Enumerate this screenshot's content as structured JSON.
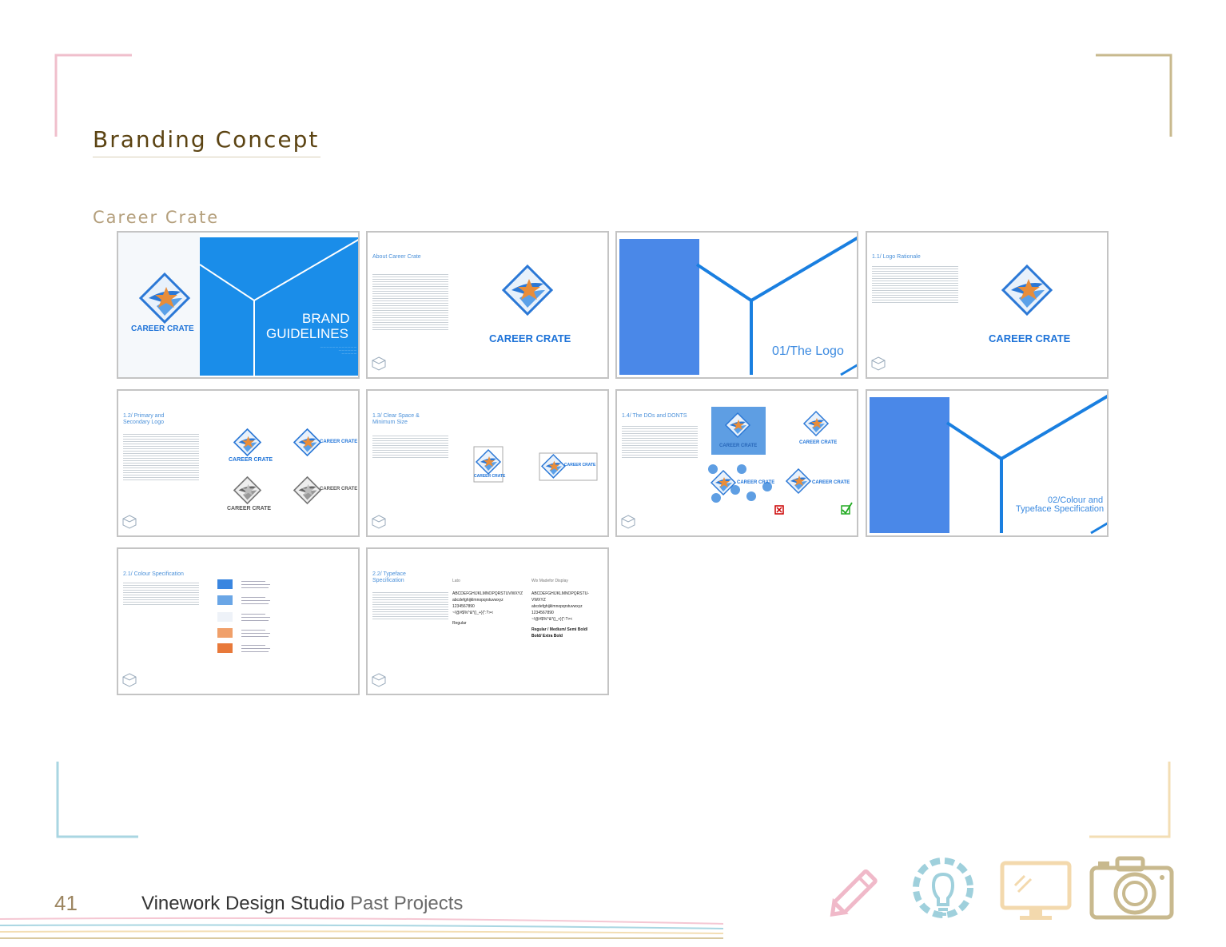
{
  "page": {
    "title": "Branding Concept",
    "subtitle": "Career Crate",
    "page_number": "41",
    "studio_name": "Vinework Design Studio",
    "studio_suffix": "Past Projects"
  },
  "colors": {
    "accent_blue": "#1e88e5",
    "dark_blue": "#1e73d8",
    "orange": "#e88d3a",
    "gold": "#b49f7c",
    "pink": "#f0b9c9",
    "teal": "#9fd0dc"
  },
  "slides": {
    "s1": {
      "brand": "CAREER CRATE",
      "heading1": "BRAND",
      "heading2": "GUIDELINES"
    },
    "s2": {
      "heading": "About Career Crate",
      "brand": "CAREER CRATE"
    },
    "s3": {
      "heading": "01/The Logo"
    },
    "s4": {
      "heading": "1.1/ Logo Rationale",
      "brand": "CAREER CRATE"
    },
    "s5": {
      "heading1": "1.2/ Primary and",
      "heading2": "Secondary Logo",
      "brand": "CAREER CRATE"
    },
    "s6": {
      "heading1": "1.3/ Clear Space &",
      "heading2": "Minimum Size",
      "brand": "CAREER CRATE"
    },
    "s7": {
      "heading": "1.4/ The DOs and DONTS",
      "brand": "CAREER CRATE"
    },
    "s8": {
      "heading1": "02/Colour and",
      "heading2": "Typeface Specification"
    },
    "s9": {
      "heading": "2.1/ Colour Specification"
    },
    "s10": {
      "heading1": "2.2/ Typeface",
      "heading2": "Specification",
      "col1": "Lato",
      "col2": "Wix Madefor Display",
      "upper1": "ABCDEFGHIJKLMNOPQRSTUVWXYZ",
      "lower1": "abcdefghijklmnopqrstuvwxyz",
      "digits1": "1234567890",
      "symbols1": "~!@#$%^&*()_+}{\":?><",
      "weight1": "Regular",
      "upper2a": "ABCDEFGHIJKLMNOPQRSTU-",
      "upper2b": "VWXYZ",
      "lower2": "abcdefghijklmnopqrstuvwxyz",
      "digits2": "1234567890",
      "symbols2": "~!@#$%^&*()_+}{\":?><",
      "weight2a": "Regular / Medium/ Semi Bold/",
      "weight2b": "Bold/ Extra Bold"
    }
  },
  "icons": [
    "pencil-icon",
    "lightbulb-gear-icon",
    "monitor-icon",
    "camera-icon"
  ]
}
